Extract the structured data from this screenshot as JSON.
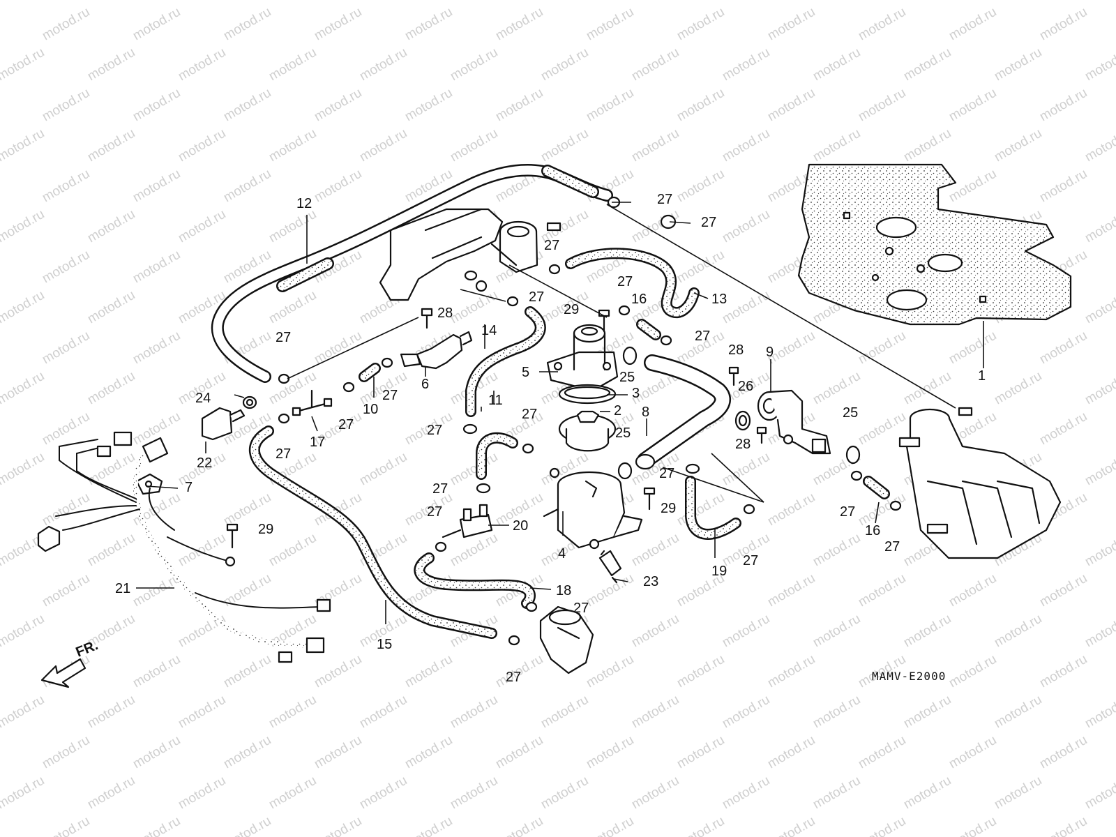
{
  "watermark": "motod.ru",
  "diagram_code": "MAMV-E2000",
  "front_marker": "FR.",
  "callouts": [
    "1",
    "2",
    "3",
    "4",
    "5",
    "6",
    "7",
    "8",
    "9",
    "10",
    "11",
    "12",
    "13",
    "14",
    "15",
    "16",
    "17",
    "18",
    "19",
    "20",
    "21",
    "22",
    "23",
    "24",
    "25",
    "26",
    "27",
    "28",
    "29"
  ],
  "colors": {
    "ink": "#111111",
    "paper": "#ffffff",
    "watermark": "#cfcfcf"
  }
}
